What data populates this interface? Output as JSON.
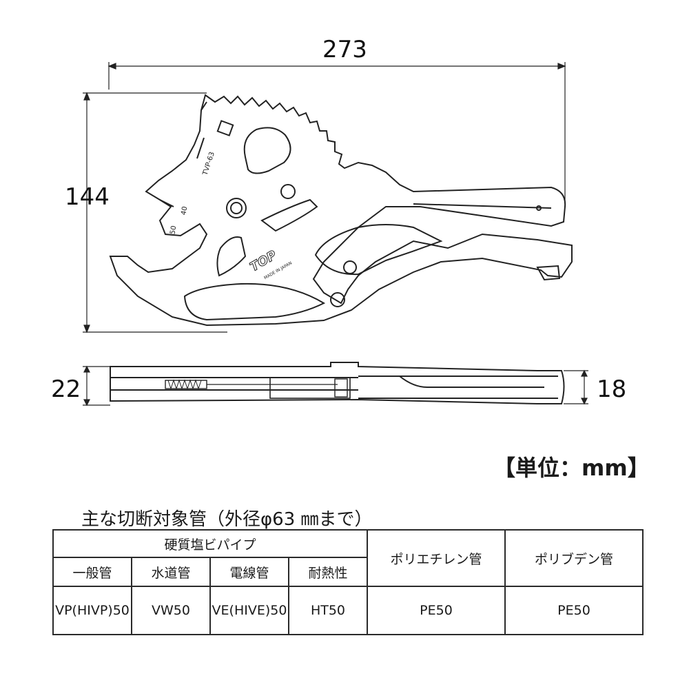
{
  "dimensions": {
    "overall_length": "273",
    "height": "144",
    "thickness_blade": "22",
    "thickness_handle": "18"
  },
  "tool": {
    "model_marking": "TVP-63",
    "brand_logo": "TOP",
    "origin_marking": "MADE IN JAPAN",
    "scale_marks": [
      "50",
      "40"
    ]
  },
  "unit_label": "【単位：mm】",
  "table": {
    "caption": "主な切断対象管（外径φ63 ㎜まで）",
    "group_header": "硬質塩ビパイプ",
    "sub_headers": [
      "一般管",
      "水道管",
      "電線管",
      "耐熱性"
    ],
    "other_headers": [
      "ポリエチレン管",
      "ポリブデン管"
    ],
    "values": [
      "VP(HIVP)50",
      "VW50",
      "VE(HIVE)50",
      "HT50",
      "PE50",
      "PE50"
    ]
  },
  "colors": {
    "line": "#222222",
    "background": "#ffffff"
  }
}
